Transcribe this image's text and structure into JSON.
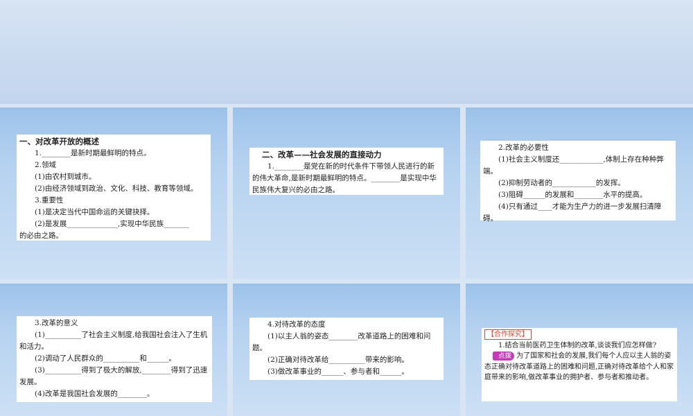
{
  "slides": [
    {
      "lines": [
        "一、对改革开放的概述",
        "1.________是新时期最鲜明的特点。",
        "2.领域",
        "(1)由农村到城市。",
        "(2)由经济领域到政治、文化、科技、教育等领域。",
        "3.重要性",
        "(1)是决定当代中国命运的关键抉择。",
        "(2)是发展______________,实现中华民族_______",
        "的必由之路。"
      ]
    },
    {
      "lines": [
        "二、改革——社会发展的直接动力",
        "1.________是党在新的时代条件下带领人民进行的新的伟大革命,是新时期最鲜明的特点。________是实现中华民族伟大复兴的必由之路。"
      ]
    },
    {
      "lines": [
        "2.改革的必要性",
        "(1)社会主义制度还____________,体制上存在种种弊端。",
        "(2)抑制劳动者的____________的发挥。",
        "(3)阻碍______的发展和________水平的提高。",
        "(4)只有通过____才能为生产力的进一步发展扫清障碍。"
      ]
    },
    {
      "lines": [
        "3.改革的意义",
        "(1)__________了社会主义制度,给我国社会注入了生机和活力。",
        "(2)调动了人民群众的__________和______。",
        "(3)__________得到了极大的解放,________得到了迅速发展。",
        "(4)改革是我国社会发展的________。"
      ]
    },
    {
      "lines": [
        "4.对待改革的态度",
        "(1)以主人翁的姿态________改革道路上的困难和问题。",
        "(2)正确对待改革给__________带来的影响。",
        "(3)做改革事业的______、参与者和______。"
      ]
    },
    {
      "tag": "【合作探究】",
      "question": "1.结合当前医药卫生体制的改革,谈谈我们应怎样做?",
      "pill": "点拨",
      "answer": "为了国家和社会的发展,我们每个人应以主人翁的姿态正确对待改革道路上的困难和问题,正确对待改革给个人和家庭带来的影响,做改革事业的拥护者、参与者和推动者。"
    }
  ]
}
